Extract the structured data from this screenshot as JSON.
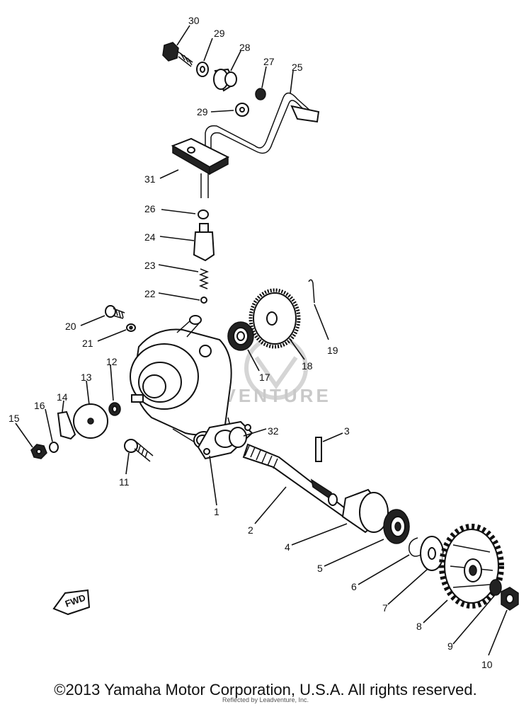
{
  "labels": [
    {
      "id": "30",
      "text": "30"
    },
    {
      "id": "29a",
      "text": "29"
    },
    {
      "id": "28",
      "text": "28"
    },
    {
      "id": "27",
      "text": "27"
    },
    {
      "id": "25",
      "text": "25"
    },
    {
      "id": "29b",
      "text": "29"
    },
    {
      "id": "31",
      "text": "31"
    },
    {
      "id": "26",
      "text": "26"
    },
    {
      "id": "24",
      "text": "24"
    },
    {
      "id": "23",
      "text": "23"
    },
    {
      "id": "22",
      "text": "22"
    },
    {
      "id": "20",
      "text": "20"
    },
    {
      "id": "21",
      "text": "21"
    },
    {
      "id": "19",
      "text": "19"
    },
    {
      "id": "18",
      "text": "18"
    },
    {
      "id": "17",
      "text": "17"
    },
    {
      "id": "12",
      "text": "12"
    },
    {
      "id": "13",
      "text": "13"
    },
    {
      "id": "14",
      "text": "14"
    },
    {
      "id": "16",
      "text": "16"
    },
    {
      "id": "15",
      "text": "15"
    },
    {
      "id": "32",
      "text": "32"
    },
    {
      "id": "3",
      "text": "3"
    },
    {
      "id": "11",
      "text": "11"
    },
    {
      "id": "1",
      "text": "1"
    },
    {
      "id": "2",
      "text": "2"
    },
    {
      "id": "4",
      "text": "4"
    },
    {
      "id": "5",
      "text": "5"
    },
    {
      "id": "6",
      "text": "6"
    },
    {
      "id": "7",
      "text": "7"
    },
    {
      "id": "8",
      "text": "8"
    },
    {
      "id": "9",
      "text": "9"
    },
    {
      "id": "10",
      "text": "10"
    }
  ],
  "fwd_label": "FWD",
  "watermark": "ADVENTURE",
  "copyright": "©2013 Yamaha Motor Corporation, U.S.A. All rights reserved.",
  "reprint": "Reflected by Leadventure, Inc."
}
